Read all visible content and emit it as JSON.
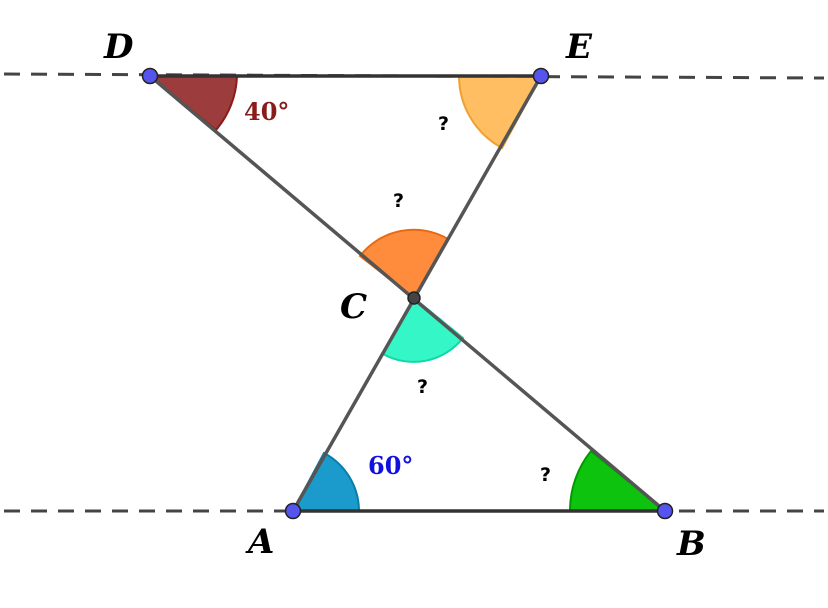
{
  "points": {
    "D": "D",
    "E": "E",
    "C": "C",
    "A": "A",
    "B": "B"
  },
  "angles": {
    "D": "40°",
    "A": "60°",
    "E": "?",
    "C_top": "?",
    "C_bottom": "?",
    "B": "?"
  },
  "colors": {
    "angle_D": "#8b1a1a",
    "angle_E": "#ffb347",
    "angle_C_top": "#ff7f27",
    "angle_C_bottom": "#1ff5c0",
    "angle_A": "#0f96c8",
    "angle_B": "#00c000",
    "label_D": "#8b1a1a",
    "label_A": "#1010e0",
    "point_fill": "#5555ee",
    "center_point_fill": "#444444",
    "line": "#555555",
    "dashed_line": "#444444"
  }
}
